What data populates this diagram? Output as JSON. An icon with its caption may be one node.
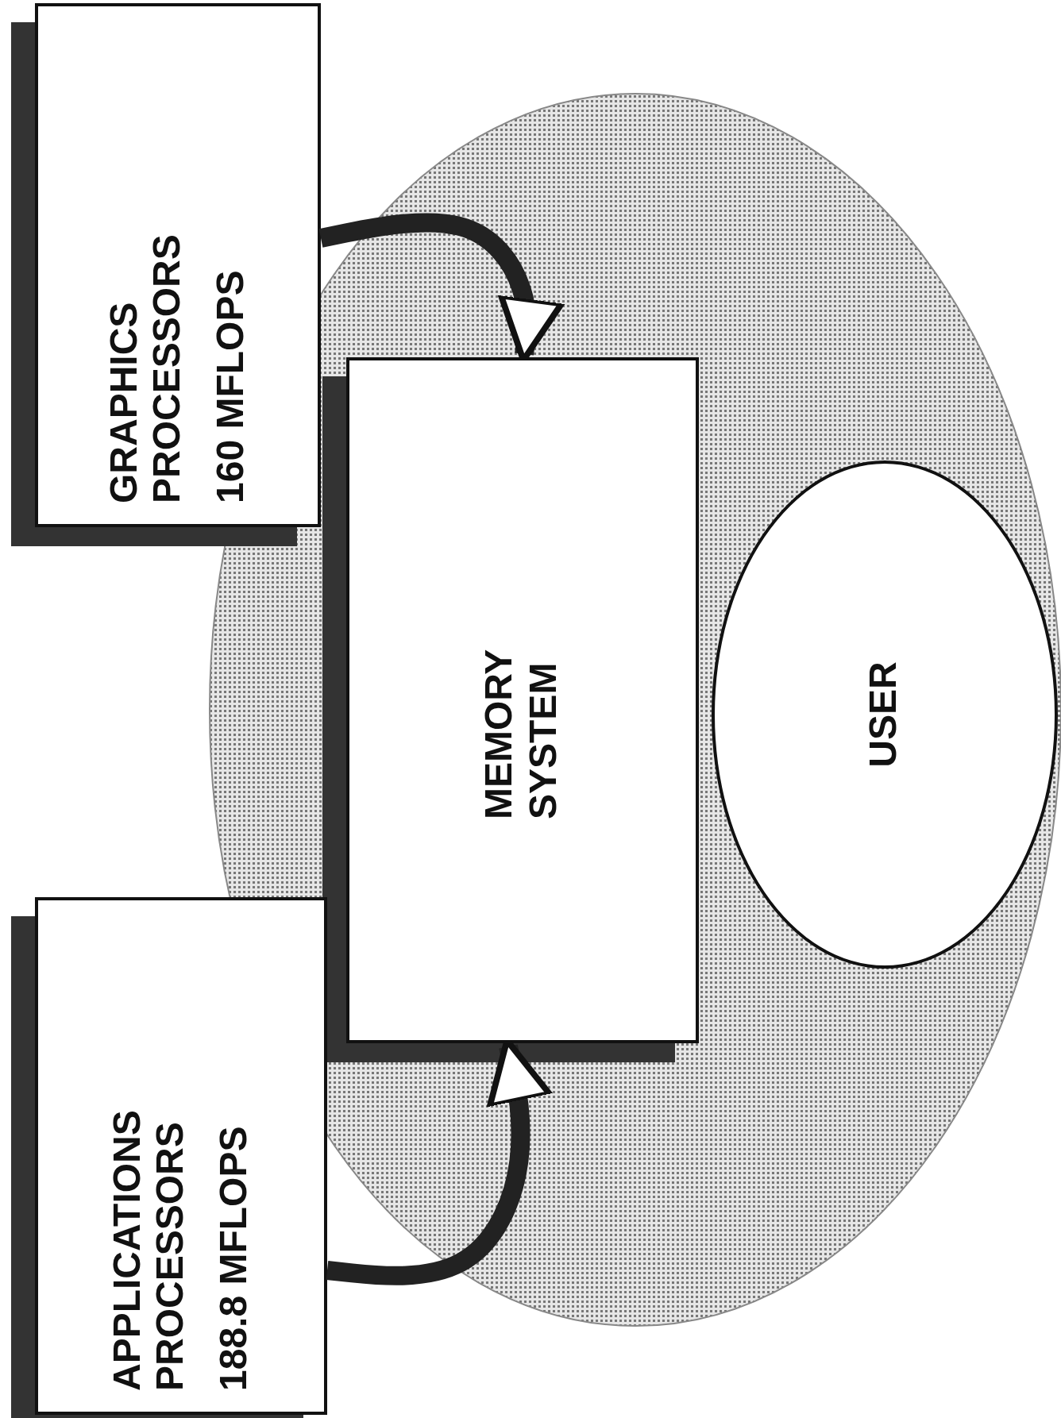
{
  "diagram": {
    "nodes": [
      {
        "text": [
          "GRAPHICS PROCESSORS",
          "160 MFLOPS"
        ]
      },
      {
        "text": [
          "MEMORY SYSTEM"
        ]
      },
      {
        "text": [
          "APPLICATIONS PROCESSORS",
          "188.8 MFLOPS"
        ]
      },
      {
        "text": [
          "USER"
        ]
      }
    ],
    "edges": [
      {
        "from": 0,
        "to": 1,
        "arrow": "to"
      },
      {
        "from": 2,
        "to": 1,
        "arrow": "to"
      }
    ]
  }
}
